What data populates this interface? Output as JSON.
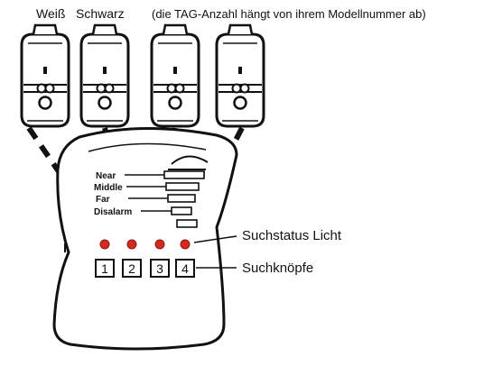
{
  "top_labels": {
    "white": "Weiß",
    "black": "Schwarz",
    "note": "(die TAG-Anzahl hängt von ihrem Modellnummer ab)"
  },
  "indicators": {
    "near": "Near",
    "middle": "Middle",
    "far": "Far",
    "disalarm": "Disalarm"
  },
  "buttons": [
    "1",
    "2",
    "3",
    "4"
  ],
  "callouts": {
    "status_light": "Suchstatus Licht",
    "search_buttons": "Suchknöpfe"
  },
  "colors": {
    "led": "#d42a1e",
    "ink": "#111111"
  }
}
